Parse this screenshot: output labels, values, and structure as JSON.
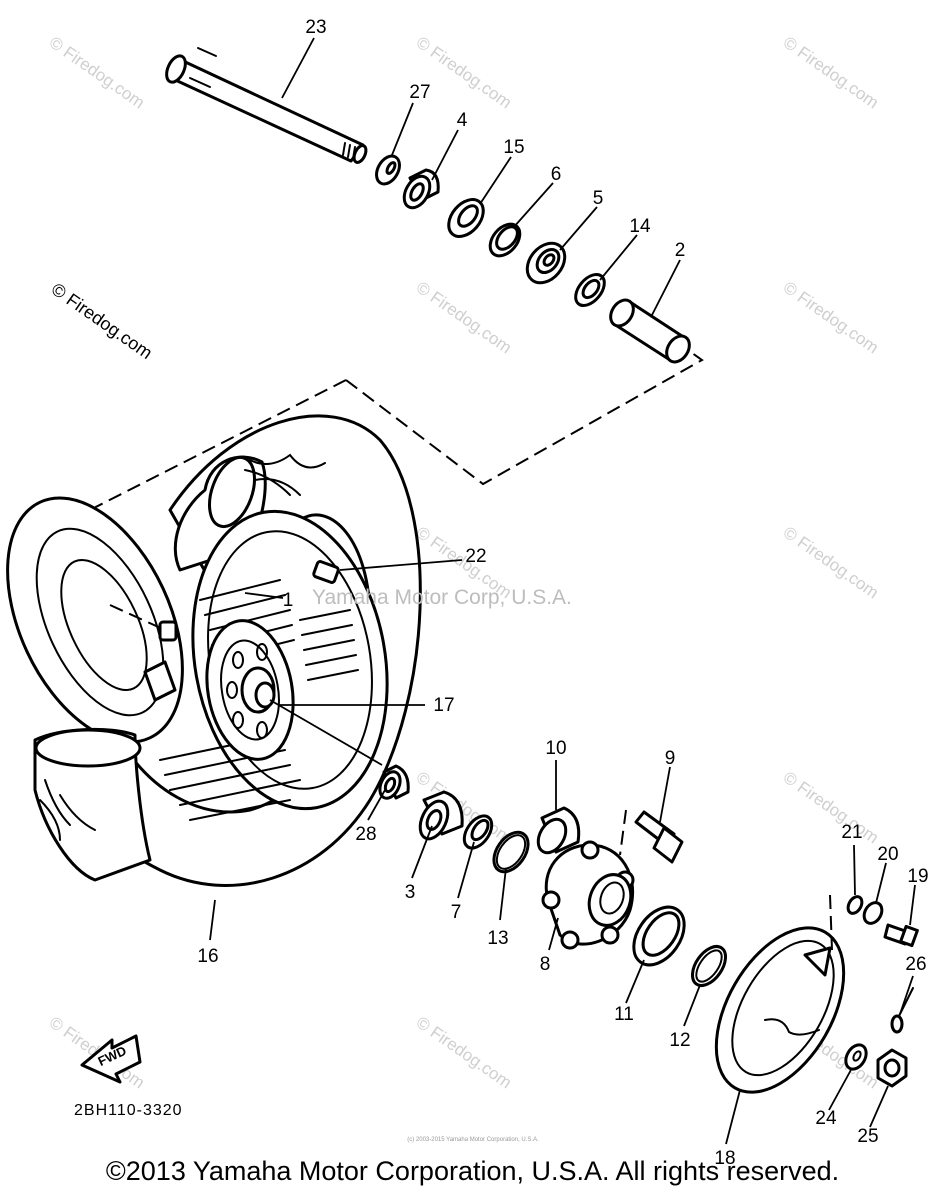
{
  "watermark": "© Firedog.com",
  "overlay_text": "Yamaha Motor Corp, U.S.A.",
  "diagram_code": "2BH110-3320",
  "direction_arrow": "FWD",
  "small_print": "(c) 2003-2015 Yamaha Motor Corporation, U.S.A.",
  "copyright": "©2013 Yamaha Motor Corporation, U.S.A. All rights reserved.",
  "callouts": {
    "c1": "1",
    "c2": "2",
    "c3": "3",
    "c4": "4",
    "c5": "5",
    "c6": "6",
    "c7": "7",
    "c8": "8",
    "c9": "9",
    "c10": "10",
    "c11": "11",
    "c12": "12",
    "c13": "13",
    "c14": "14",
    "c15": "15",
    "c16": "16",
    "c17": "17",
    "c18": "18",
    "c19": "19",
    "c20": "20",
    "c21": "21",
    "c22": "22",
    "c23": "23",
    "c24": "24",
    "c25": "25",
    "c26": "26",
    "c27": "27",
    "c28": "28"
  }
}
